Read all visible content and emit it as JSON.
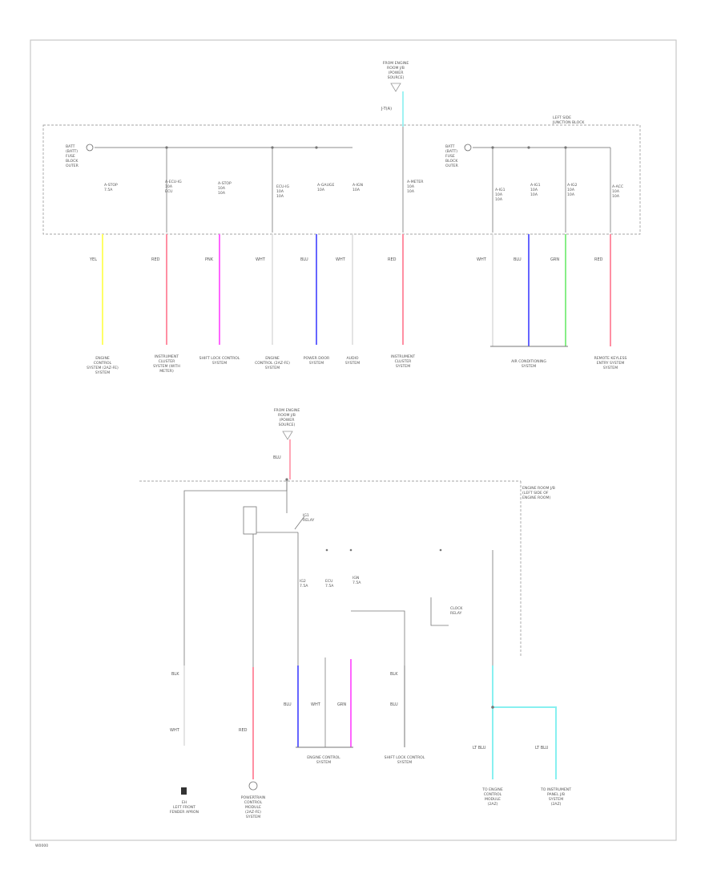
{
  "diagram_id": "W0000",
  "upper": {
    "top_source": [
      "FROM ENGINE",
      "ROOM J/B",
      "(POWER",
      "SOURCE)"
    ],
    "top_conn": "J-T(A)",
    "box_label": [
      "LEFT SIDE",
      "JUNCTION BLOCK"
    ],
    "busbar_left": [
      "BATT",
      "(BATT)",
      "FUSE",
      "BLOCK",
      "OUTER"
    ],
    "busbar_right": [
      "BATT",
      "(BATT)",
      "FUSE",
      "BLOCK",
      "OUTER"
    ],
    "fuses": [
      [
        "A-STOP",
        "7.5A"
      ],
      [
        "A-ECU-IG",
        "10A",
        "ECU"
      ],
      [
        "A-STOP",
        "10A",
        "10A"
      ],
      [
        "ECU-IG",
        "10A",
        "10A"
      ],
      [
        "A-GAUGE",
        "10A"
      ],
      [
        "A-IGN",
        "10A"
      ],
      [
        "A-METER",
        "10A",
        "10A"
      ],
      [
        "A-IG1",
        "10A",
        "10A"
      ],
      [
        "A-IG1",
        "10A",
        "10A"
      ],
      [
        "A-IG2",
        "10A",
        "10A"
      ],
      [
        "A-ACC",
        "10A",
        "10A"
      ]
    ],
    "wires": [
      {
        "code": "YEL",
        "color": "#ffff66"
      },
      {
        "code": "RED",
        "color": "#ff8fa3"
      },
      {
        "code": "PNK",
        "color": "#ff66ff"
      },
      {
        "code": "WHT",
        "color": "#eeeeee"
      },
      {
        "code": "BLU",
        "color": "#6666ff"
      },
      {
        "code": "WHT",
        "color": "#eeeeee"
      },
      {
        "code": "RED",
        "color": "#ff8fa3"
      },
      {
        "code": "WHT",
        "color": "#eeeeee"
      },
      {
        "code": "BLU",
        "color": "#6666ff"
      },
      {
        "code": "GRN",
        "color": "#88ee88"
      },
      {
        "code": "RED",
        "color": "#ff8fa3"
      }
    ],
    "destinations": [
      [
        "ENGINE",
        "CONTROL",
        "SYSTEM (2AZ-FE)",
        "SYSTEM"
      ],
      [
        "INSTRUMENT",
        "CLUSTER",
        "SYSTEM (WITH",
        "METER)"
      ],
      [
        "SHIFT LOCK CONTROL",
        "SYSTEM"
      ],
      [
        "ENGINE",
        "CONTROL (2AZ-FE)",
        "SYSTEM"
      ],
      [
        "POWER DOOR",
        "SYSTEM"
      ],
      [
        "AUDIO",
        "SYSTEM"
      ],
      [
        "INSTRUMENT",
        "CLUSTER",
        "SYSTEM"
      ],
      [
        "AIR CONDITIONING",
        "SYSTEM"
      ],
      [
        "REMOTE KEYLESS",
        "ENTRY SYSTEM",
        "SYSTEM"
      ]
    ]
  },
  "lower": {
    "top_source": [
      "FROM ENGINE",
      "ROOM J/B",
      "(POWER",
      "SOURCE)"
    ],
    "top_wire": "BLU",
    "box_label": [
      "ENGINE ROOM J/B",
      "(LEFT SIDE OF",
      "ENGINE ROOM)"
    ],
    "relay_label": [
      "IG1",
      "RELAY"
    ],
    "fuses": [
      [
        "IG2",
        "7.5A"
      ],
      [
        "ECU",
        "7.5A"
      ],
      [
        "IGN",
        "7.5A"
      ],
      [
        "CLOCK",
        "RELAY"
      ]
    ],
    "wire_codes": [
      "BLK",
      "WHT",
      "RED",
      "BLU",
      "WHT",
      "GRN",
      "BLK",
      "BLU",
      "LT BLU",
      "LT BLU"
    ],
    "destinations": {
      "ground": [
        "EH",
        "LEFT FRONT",
        "FENDER APRON"
      ],
      "pcm": [
        "POWERTRAIN",
        "CONTROL",
        "MODULE",
        "(2AZ-FE)",
        "SYSTEM"
      ],
      "engine_ctrl": [
        "ENGINE CONTROL",
        "SYSTEM"
      ],
      "shift_lock": [
        "SHIFT LOCK CONTROL",
        "SYSTEM"
      ],
      "tc_engine": [
        "TO ENGINE",
        "CONTROL",
        "MODULE",
        "(2AZ)"
      ],
      "tc_instr": [
        "TO INSTRUMENT",
        "PANEL J/B",
        "SYSTEM",
        "(2AZ)"
      ]
    }
  }
}
